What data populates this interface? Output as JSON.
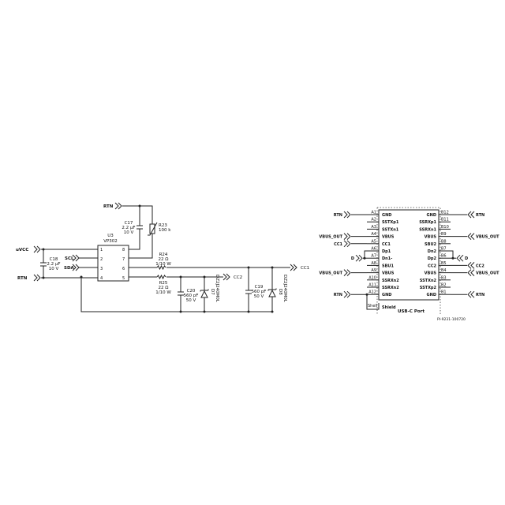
{
  "left_circuit": {
    "nets": {
      "uvcc": "uVCC",
      "rtn_left": "RTN",
      "rtn_top": "RTN",
      "scl": "SCL",
      "sda": "SDA",
      "cc1": "CC1",
      "cc2": "CC2"
    },
    "ic": {
      "ref": "U3",
      "part": "VP302",
      "left_pins": [
        "1",
        "2",
        "3",
        "4"
      ],
      "right_pins": [
        "8",
        "7",
        "6",
        "5"
      ]
    },
    "c18": {
      "ref": "C18",
      "value": "2.2 µF",
      "voltage": "10 V"
    },
    "c17": {
      "ref": "C17",
      "value": "2.2 µF",
      "voltage": "10 V"
    },
    "r23": {
      "ref": "R23",
      "value": "100 k"
    },
    "r24": {
      "ref": "R24",
      "value": "22 Ω",
      "power": "1/10 W"
    },
    "r25": {
      "ref": "R25",
      "value": "22 Ω",
      "power": "1/10 W"
    },
    "c20": {
      "ref": "C20",
      "value": "560 pF",
      "voltage": "50 V"
    },
    "c19": {
      "ref": "C19",
      "value": "560 pF",
      "voltage": "50 V"
    },
    "d7": {
      "ref": "D7",
      "part": "DZ2J240M0L"
    },
    "d8": {
      "ref": "D8",
      "part": "DZ2J240M0L"
    }
  },
  "usb_c": {
    "title": "USB-C Port",
    "a_pins": [
      {
        "pin": "A1",
        "name": "GND",
        "net": "RTN"
      },
      {
        "pin": "A2",
        "name": "SSTXp1",
        "net": ""
      },
      {
        "pin": "A3",
        "name": "SSTXn1",
        "net": ""
      },
      {
        "pin": "A4",
        "name": "VBUS",
        "net": "VBUS_OUT"
      },
      {
        "pin": "A5",
        "name": "CC1",
        "net": "CC1"
      },
      {
        "pin": "A6",
        "name": "Dp1",
        "net": ""
      },
      {
        "pin": "A7",
        "name": "Dn1-",
        "net": "D"
      },
      {
        "pin": "A8",
        "name": "SBU1",
        "net": ""
      },
      {
        "pin": "A9",
        "name": "VBUS",
        "net": "VBUS_OUT"
      },
      {
        "pin": "A10",
        "name": "SSRXn2",
        "net": ""
      },
      {
        "pin": "A11",
        "name": "SSRXn2",
        "net": ""
      },
      {
        "pin": "A12",
        "name": "GND",
        "net": "RTN"
      }
    ],
    "b_pins": [
      {
        "pin": "B12",
        "name": "GND",
        "net": "RTN"
      },
      {
        "pin": "B11",
        "name": "SSRXp1",
        "net": ""
      },
      {
        "pin": "B10",
        "name": "SSRXn1",
        "net": ""
      },
      {
        "pin": "B9",
        "name": "VBUS",
        "net": "VBUS_OUT"
      },
      {
        "pin": "B8",
        "name": "SBU2",
        "net": ""
      },
      {
        "pin": "B7",
        "name": "Dn2",
        "net": ""
      },
      {
        "pin": "B6",
        "name": "Dp2",
        "net": "D"
      },
      {
        "pin": "B5",
        "name": "CC2",
        "net": "CC2"
      },
      {
        "pin": "B4",
        "name": "VBUS",
        "net": "VBUS_OUT"
      },
      {
        "pin": "B3",
        "name": "SSTXn2",
        "net": ""
      },
      {
        "pin": "B2",
        "name": "SSTXp2",
        "net": ""
      },
      {
        "pin": "B1",
        "name": "GND",
        "net": "RTN"
      }
    ],
    "shell_pin": "Shell",
    "shell_name": "Shield"
  },
  "drawing_number": "PI-9231-100720"
}
